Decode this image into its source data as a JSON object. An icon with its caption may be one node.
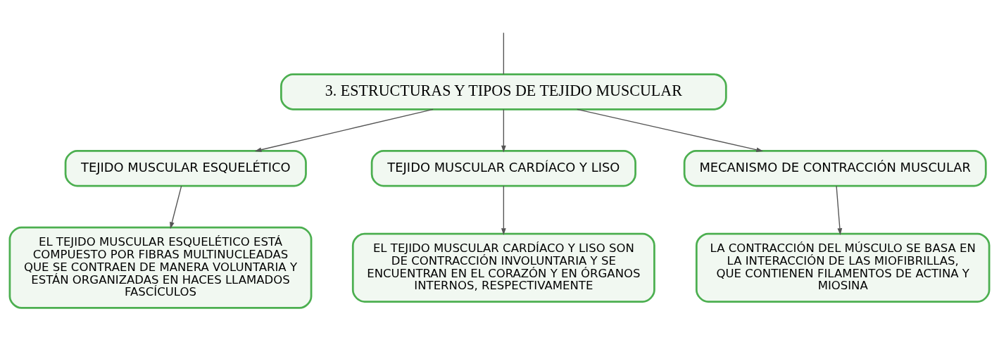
{
  "diagram": {
    "nodes": [
      {
        "text": [
          "3. ESTRUCTURAS Y TIPOS DE TEJIDO MUSCULAR"
        ]
      },
      {
        "text": [
          "TEJIDO MUSCULAR ESQUELÉTICO"
        ]
      },
      {
        "text": [
          "TEJIDO MUSCULAR CARDÍACO Y LISO"
        ]
      },
      {
        "text": [
          "MECANISMO DE CONTRACCIÓN MUSCULAR"
        ]
      },
      {
        "text": [
          "EL TEJIDO MUSCULAR ESQUELÉTICO ESTÁ COMPUESTO POR FIBRAS MULTINUCLEADAS QUE SE CONTRAEN DE MANERA VOLUNTARIA Y ESTÁN ORGANIZADAS EN HACES LLAMADOS FASCÍCULOS"
        ]
      },
      {
        "text": [
          "EL TEJIDO MUSCULAR CARDÍACO Y LISO SON DE CONTRACCIÓN INVOLUNTARIA Y SE ENCUENTRAN EN EL CORAZÓN Y EN ÓRGANOS INTERNOS, RESPECTIVAMENTE"
        ]
      },
      {
        "text": [
          "LA CONTRACCIÓN DEL MÚSCULO SE BASA EN LA INTERACCIÓN DE LAS MIOFIBRILLAS, QUE CONTIENEN FILAMENTOS DE ACTINA Y MIOSINA"
        ]
      }
    ],
    "edges": [
      {
        "from": null,
        "to": 0,
        "arrow": "none"
      },
      {
        "from": 0,
        "to": 1,
        "arrow": "to"
      },
      {
        "from": 0,
        "to": 2,
        "arrow": "to"
      },
      {
        "from": 0,
        "to": 3,
        "arrow": "to"
      },
      {
        "from": 1,
        "to": 4,
        "arrow": "to"
      },
      {
        "from": 2,
        "to": 5,
        "arrow": "to"
      },
      {
        "from": 3,
        "to": 6,
        "arrow": "to"
      }
    ]
  }
}
